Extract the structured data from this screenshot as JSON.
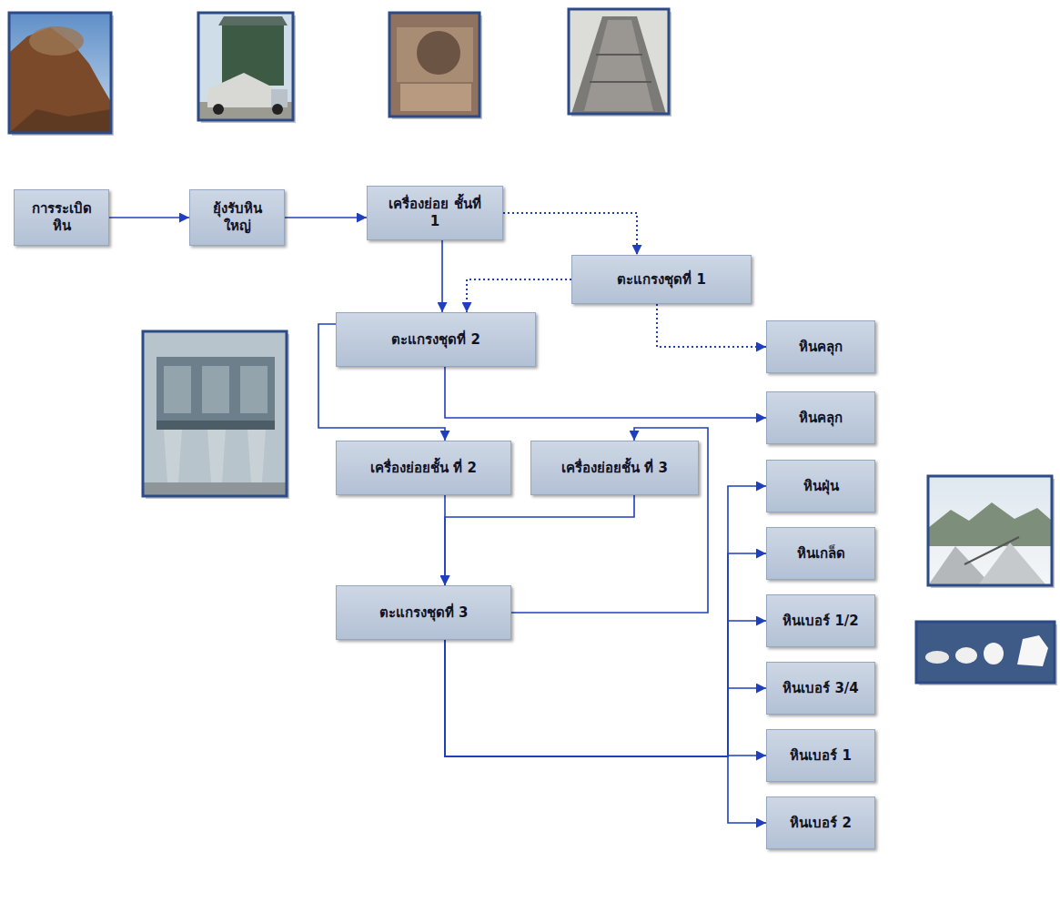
{
  "diagram": {
    "nodes": [
      {
        "text": [
          "การระเบิด หิน"
        ]
      },
      {
        "text": [
          "ยุ้งรับหิน ใหญ่"
        ]
      },
      {
        "text": [
          "เครื่องย่อย ชั้นที่ 1"
        ]
      },
      {
        "text": [
          "ตะแกรงชุดที่ 1"
        ]
      },
      {
        "text": [
          "หินคลุก"
        ]
      },
      {
        "text": [
          "ตะแกรงชุดที่ 2"
        ]
      },
      {
        "text": [
          "หินคลุก"
        ]
      },
      {
        "text": [
          "เครื่องย่อยชั้น ที่ 2"
        ]
      },
      {
        "text": [
          "เครื่องย่อยชั้น ที่ 3"
        ]
      },
      {
        "text": [
          "ตะแกรงชุดที่ 3"
        ]
      },
      {
        "text": [
          "หินฝุ่น"
        ]
      },
      {
        "text": [
          "หินเกล็ด"
        ]
      },
      {
        "text": [
          "หินเบอร์ 1/2"
        ]
      },
      {
        "text": [
          "หินเบอร์ 3/4"
        ]
      },
      {
        "text": [
          "หินเบอร์ 1"
        ]
      },
      {
        "text": [
          "หินเบอร์ 2"
        ]
      }
    ],
    "edges": [
      {
        "from": 0,
        "to": 1,
        "arrow": "to"
      },
      {
        "from": 1,
        "to": 2,
        "arrow": "to"
      },
      {
        "from": 2,
        "to": 3,
        "arrow": "to"
      },
      {
        "from": 3,
        "to": 5,
        "arrow": "to"
      },
      {
        "from": 3,
        "to": 4,
        "arrow": "to"
      },
      {
        "from": 2,
        "to": 5,
        "arrow": "to"
      },
      {
        "from": 5,
        "to": 6,
        "arrow": "to"
      },
      {
        "from": 5,
        "to": 7,
        "arrow": "to"
      },
      {
        "from": 7,
        "to": 9,
        "arrow": "to"
      },
      {
        "from": 8,
        "to": 9,
        "arrow": "to"
      },
      {
        "from": 9,
        "to": 8,
        "arrow": "to"
      },
      {
        "from": 9,
        "to": 10,
        "arrow": "to"
      },
      {
        "from": 9,
        "to": 11,
        "arrow": "to"
      },
      {
        "from": 9,
        "to": 12,
        "arrow": "to"
      },
      {
        "from": 9,
        "to": 13,
        "arrow": "to"
      },
      {
        "from": 9,
        "to": 14,
        "arrow": "to"
      },
      {
        "from": 9,
        "to": 15,
        "arrow": "to"
      }
    ]
  }
}
